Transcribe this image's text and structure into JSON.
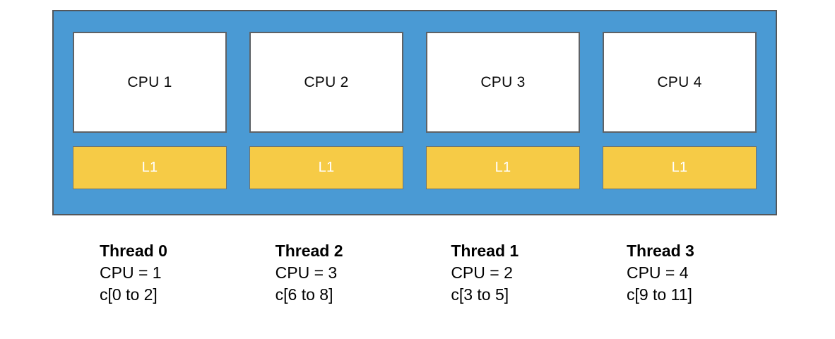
{
  "diagram": {
    "package": {
      "background_color": "#4A9AD4",
      "cpu_box_color": "#FFFFFF",
      "cache_color": "#F6CB46",
      "cores": [
        {
          "cpu_label": "CPU 1",
          "cache_label": "L1"
        },
        {
          "cpu_label": "CPU 2",
          "cache_label": "L1"
        },
        {
          "cpu_label": "CPU 3",
          "cache_label": "L1"
        },
        {
          "cpu_label": "CPU 4",
          "cache_label": "L1"
        }
      ]
    },
    "threads": [
      {
        "name": "Thread 0",
        "cpu": "CPU = 1",
        "chunk": "c[0 to 2]"
      },
      {
        "name": "Thread 2",
        "cpu": "CPU = 3",
        "chunk": "c[6 to 8]"
      },
      {
        "name": "Thread 1",
        "cpu": "CPU = 2",
        "chunk": "c[3 to 5]"
      },
      {
        "name": "Thread 3",
        "cpu": "CPU = 4",
        "chunk": "c[9 to 11]"
      }
    ]
  }
}
